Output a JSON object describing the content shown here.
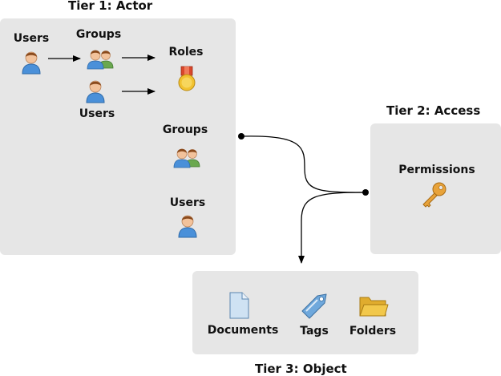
{
  "tier1": {
    "title": "Tier 1: Actor",
    "users_top": "Users",
    "groups_top": "Groups",
    "roles": "Roles",
    "users_mid": "Users",
    "groups_lower": "Groups",
    "users_bottom": "Users"
  },
  "tier2": {
    "title": "Tier 2: Access",
    "permissions": "Permissions"
  },
  "tier3": {
    "title": "Tier 3: Object",
    "documents": "Documents",
    "tags": "Tags",
    "folders": "Folders"
  },
  "icons": {
    "user": "user-icon",
    "group": "group-icon",
    "role": "medal-icon",
    "permission": "key-icon",
    "document": "document-icon",
    "tag": "tag-icon",
    "folder": "folder-icon"
  },
  "colors": {
    "panel": "#e6e6e6",
    "user_shirt": "#4a90d9",
    "user_hair": "#8a4a1c",
    "group_green": "#6aa84f",
    "medal_ribbon": "#d9472b",
    "medal_gold": "#f2c230",
    "key": "#e8a33a",
    "folder": "#f2c84b",
    "tag": "#6fa8dc",
    "document": "#cfe2f3"
  }
}
